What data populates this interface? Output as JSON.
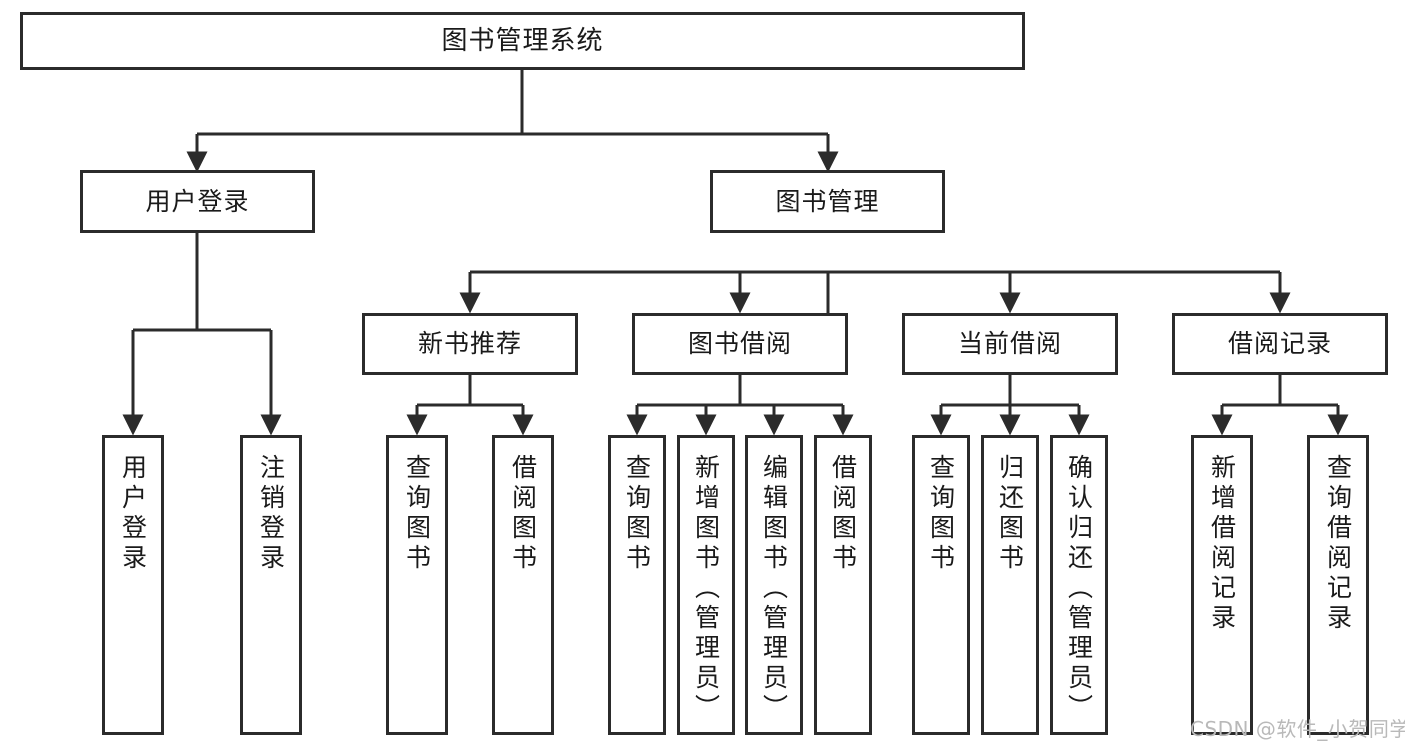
{
  "diagram": {
    "title": "图书管理系统",
    "type": "hierarchy-tree",
    "root": {
      "label": "图书管理系统"
    },
    "level2": [
      {
        "label": "用户登录"
      },
      {
        "label": "图书管理"
      }
    ],
    "level3": [
      {
        "label": "新书推荐"
      },
      {
        "label": "图书借阅"
      },
      {
        "label": "当前借阅"
      },
      {
        "label": "借阅记录"
      }
    ],
    "leaves": {
      "user_login": [
        {
          "label": "用户登录"
        },
        {
          "label": "注销登录"
        }
      ],
      "new_book_recommend": [
        {
          "label": "查询图书"
        },
        {
          "label": "借阅图书"
        }
      ],
      "book_borrow": [
        {
          "label": "查询图书"
        },
        {
          "label": "新增图书（管理员）"
        },
        {
          "label": "编辑图书（管理员）"
        },
        {
          "label": "借阅图书"
        }
      ],
      "current_borrow": [
        {
          "label": "查询图书"
        },
        {
          "label": "归还图书"
        },
        {
          "label": "确认归还（管理员）"
        }
      ],
      "borrow_record": [
        {
          "label": "新增借阅记录"
        },
        {
          "label": "查询借阅记录"
        }
      ]
    }
  },
  "colors": {
    "stroke": "#2b2b2b",
    "fill": "#ffffff",
    "text": "#1a1a1a",
    "watermark": "#b9b9b9"
  },
  "watermark": {
    "text": "CSDN @软件_小贺同学"
  }
}
